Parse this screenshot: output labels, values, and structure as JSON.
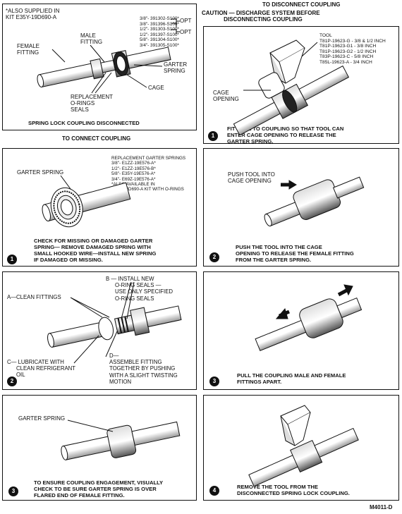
{
  "header": {
    "title_right": "TO DISCONNECT COUPLING",
    "caution": "CAUTION — DISCHARGE SYSTEM BEFORE\n              DISCONNECTING COUPLING",
    "title_left": "TO CONNECT COUPLING"
  },
  "panel_a": {
    "supplied": "*ALSO SUPPLIED IN\nKIT E35Y-19D690-A",
    "parts": "3/8\"- 391302-S100*\n3/8\"- 391396-S100*\n1/2\"- 391303-S100*\n1/2\"- 391397-S100*\n5/8\"- 391304-S100*\n3/4\"- 391305-S100*",
    "opt1": "OPT",
    "opt2": "OPT",
    "female": "FEMALE\nFITTING",
    "male": "MALE\nFITTING",
    "garter": "GARTER\nSPRING",
    "cage": "CAGE",
    "oring": "REPLACEMENT\nO-RINGS\nSEALS",
    "caption": "SPRING LOCK COUPLING DISCONNECTED"
  },
  "panel_d1": {
    "tool": "TOOL\nT81P-19623-G - 3/8 & 1/2 INCH\nT81P-19623-G1 - 3/8 INCH\nT81P-19623-G2 - 1/2 INCH\nT83P-19623-C - 5/8 INCH\nT85L-19623-A - 3/4 INCH",
    "cage_opening": "CAGE\nOPENING",
    "caption": "FIT TOOL TO COUPLING SO THAT TOOL CAN\nENTER CAGE OPENING TO RELEASE THE\nGARTER SPRING.",
    "step": "1"
  },
  "panel_c1": {
    "replacement": "REPLACEMENT GARTER SPRINGS\n3/8\"- E1ZZ-19E576-A*\n1/2\"- E1ZZ-19E576-B*\n5/8\"- E35Y-19E576-A*\n3/4\"- E69Z-19E576-A*\n*ALSO AVAILABLE IN\nE35Y-19D690-A KIT WITH O-RINGS",
    "garter": "GARTER SPRING",
    "caption": "CHECK FOR MISSING OR DAMAGED GARTER\nSPRING— REMOVE DAMAGED SPRING WITH\nSMALL HOOKED WIRE—INSTALL NEW SPRING\nIF DAMAGED OR MISSING.",
    "step": "1"
  },
  "panel_d2": {
    "push": "PUSH TOOL INTO\nCAGE OPENING",
    "caption": "PUSH THE TOOL INTO THE CAGE\nOPENING TO RELEASE THE FEMALE FITTING\nFROM THE GARTER SPRING.",
    "step": "2"
  },
  "panel_c2": {
    "b": "B — INSTALL NEW\n      O-RING SEALS —\n      USE ONLY SPECIFIED\n      O-RING SEALS",
    "a": "A—CLEAN FITTINGS",
    "c": "C— LUBRICATE WITH\n      CLEAN REFRIGERANT\n      OIL",
    "d": "D—\nASSEMBLE FITTING\nTOGETHER BY PUSHING\nWITH A SLIGHT TWISTING\nMOTION",
    "step": "2"
  },
  "panel_d3": {
    "caption": "PULL THE COUPLING MALE AND FEMALE\nFITTINGS APART.",
    "step": "3"
  },
  "panel_c3": {
    "garter": "GARTER SPRING",
    "caption": "TO ENSURE COUPLING ENGAGEMENT, VISUALLY\nCHECK TO BE SURE GARTER SPRING IS OVER\nFLARED END OF FEMALE FITTING.",
    "step": "3"
  },
  "panel_d4": {
    "caption": "REMOVE THE TOOL FROM THE\nDISCONNECTED SPRING LOCK COUPLING.",
    "step": "4"
  },
  "figure_id": "M4011-D"
}
